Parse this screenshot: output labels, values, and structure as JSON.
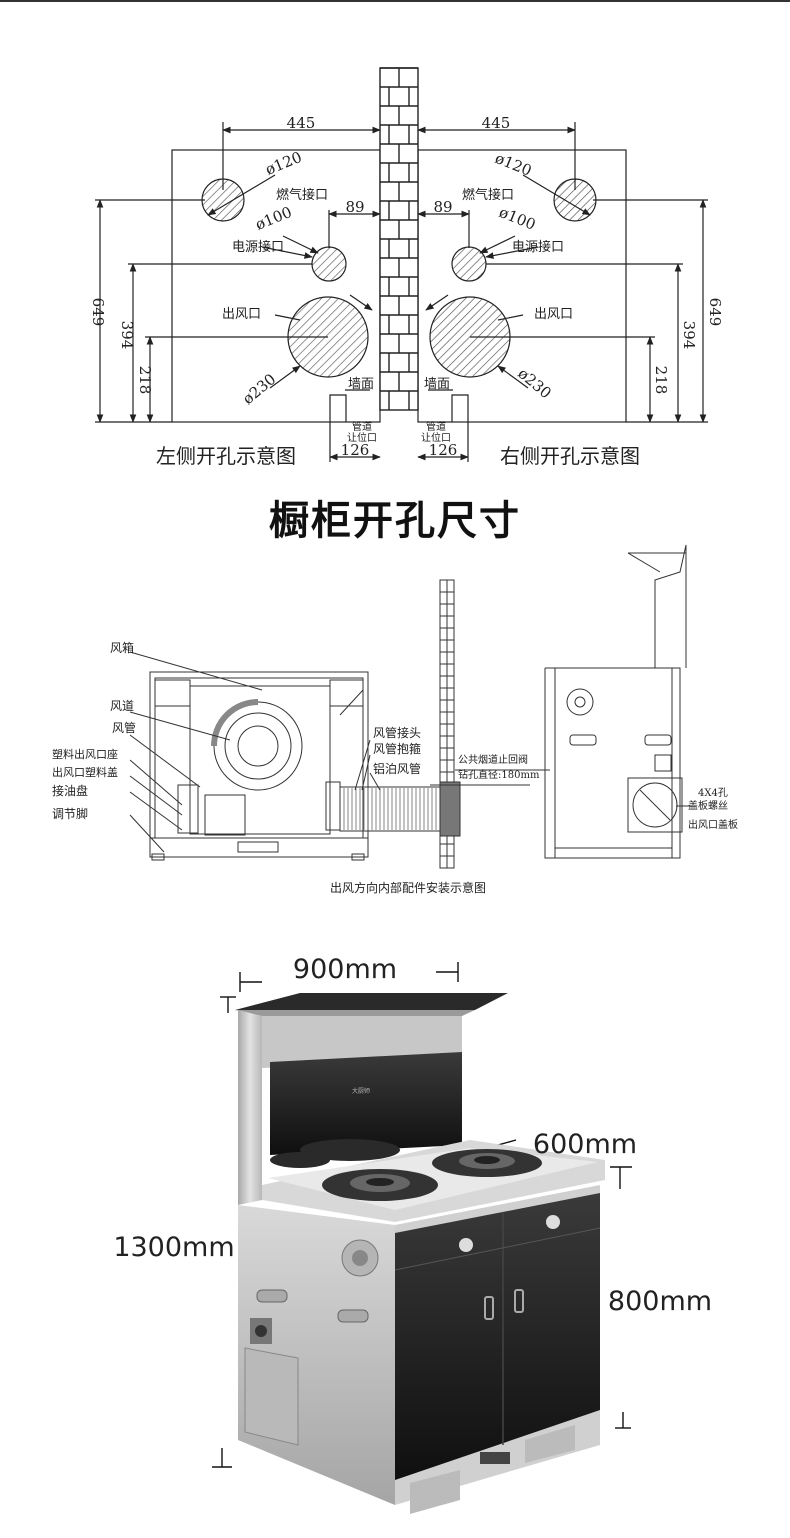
{
  "cutout": {
    "dim_445": "445",
    "dim_89": "89",
    "dim_649": "649",
    "dim_394": "394",
    "dim_218": "218",
    "dim_126": "126",
    "dia_120": "ø120",
    "dia_100": "ø100",
    "dia_230": "ø230",
    "gas_port": "燃气接口",
    "power_port": "电源接口",
    "outlet": "出风口",
    "wall": "墙面",
    "pipe_line1": "管道",
    "pipe_line2": "让位口",
    "left_caption": "左侧开孔示意图",
    "right_caption": "右侧开孔示意图"
  },
  "section_title": "橱柜开孔尺寸",
  "install": {
    "fan_box": "风箱",
    "duct": "风道",
    "pipe": "风管",
    "plastic_seat": "塑料出风口座",
    "plastic_cap": "出风口塑料盖",
    "oil_tray": "接油盘",
    "foot": "调节脚",
    "connector": "风管接头",
    "clamp": "风管抱箍",
    "foil_pipe": "铝泊风管",
    "flue_line1": "公共烟道止回阀",
    "flue_line2": "钻孔直径:180mm",
    "holes": "4X4孔",
    "screw": "盖板螺丝",
    "cover": "出风口盖板",
    "caption": "出风方向内部配件安装示意图"
  },
  "product": {
    "width": "900mm",
    "depth": "600mm",
    "height": "1300mm",
    "counter_height": "800mm",
    "brand": "大厨师"
  },
  "colors": {
    "line": "#222222",
    "hatch": "#555555",
    "steel": "#c9c9c9",
    "black_panel": "#1b1b1b"
  }
}
